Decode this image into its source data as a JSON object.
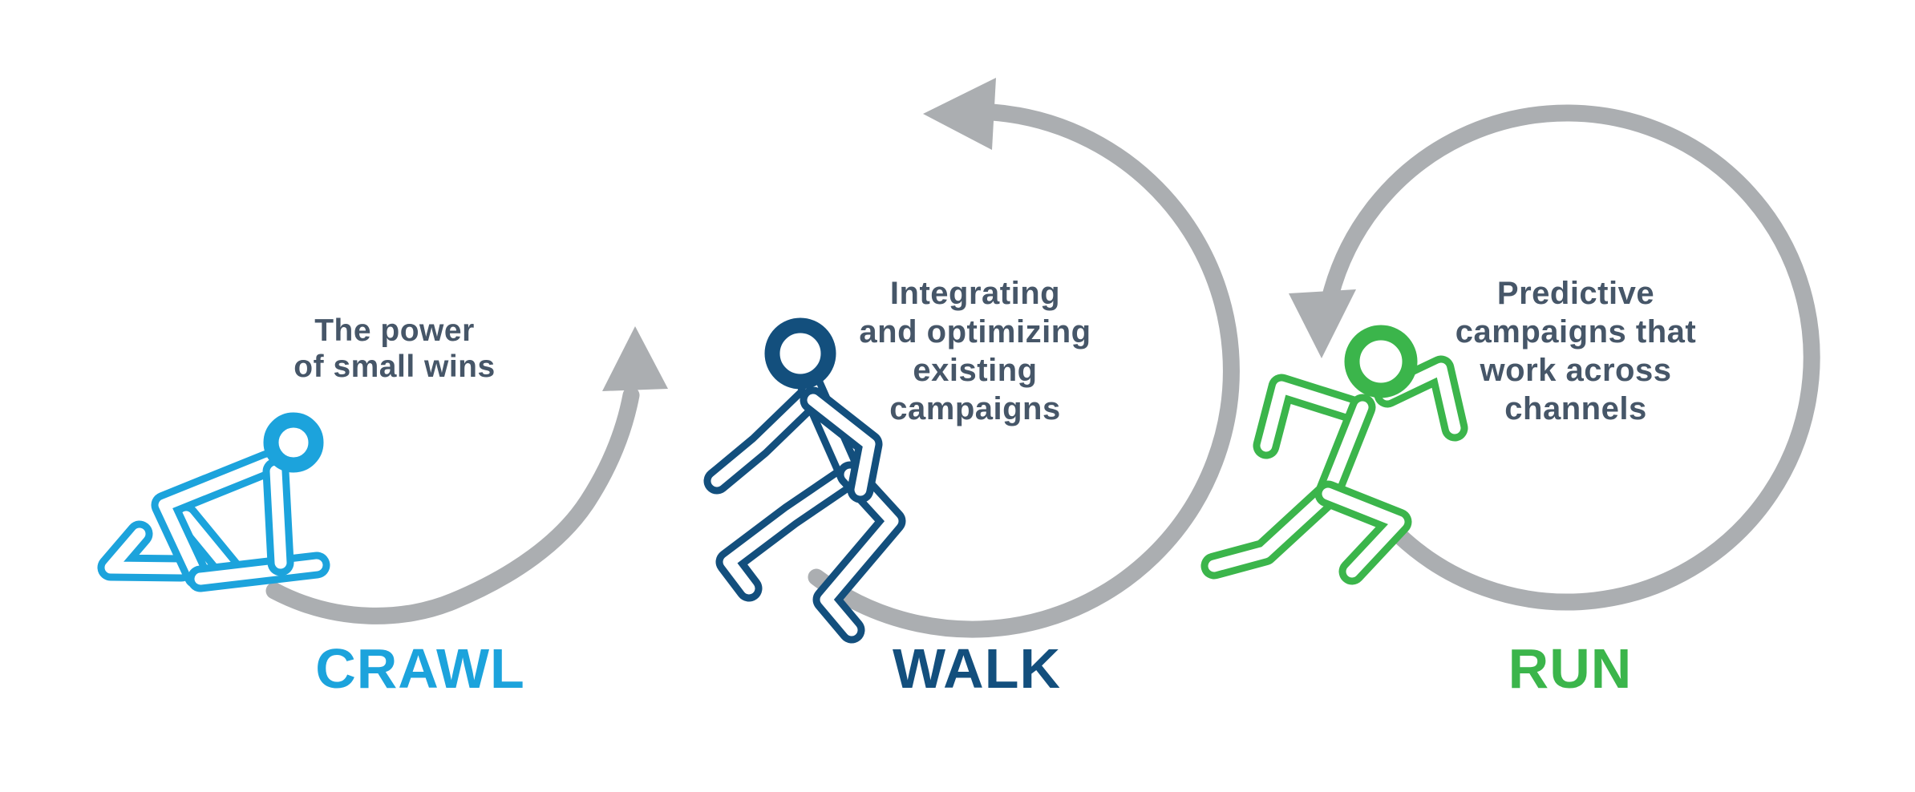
{
  "diagram": {
    "background_color": "#FFFFFF",
    "arrow_color": "#ABAEB1",
    "description_text_color": "#465668",
    "stages": [
      {
        "id": "crawl",
        "label": "CRAWL",
        "description": "The power\nof small wins",
        "color": "#1CA3DC",
        "icon": "crawling-person-icon"
      },
      {
        "id": "walk",
        "label": "WALK",
        "description": "Integrating\nand optimizing\nexisting\ncampaigns",
        "color": "#134F7D",
        "icon": "walking-person-icon"
      },
      {
        "id": "run",
        "label": "RUN",
        "description": "Predictive\ncampaigns that\nwork across\nchannels",
        "color": "#3BB54B",
        "icon": "running-person-icon"
      }
    ],
    "arrows": [
      {
        "id": "crawl-to-walk-arrow",
        "direction": "up"
      },
      {
        "id": "walk-cycle-arrow",
        "direction": "left"
      },
      {
        "id": "run-cycle-arrow",
        "direction": "down"
      }
    ]
  }
}
